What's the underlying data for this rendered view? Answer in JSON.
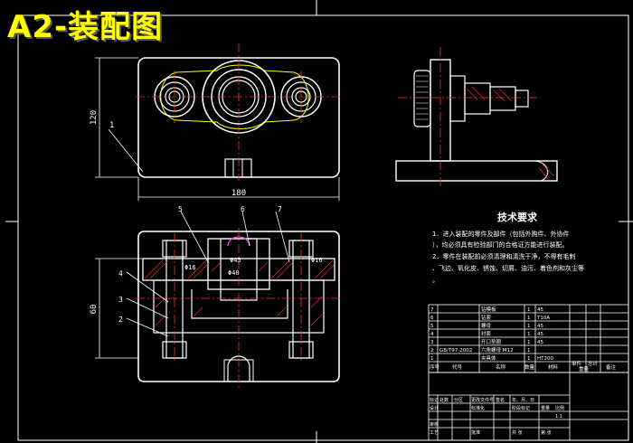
{
  "title": "A2-装配图",
  "colors": {
    "background": "#000000",
    "outline": "#ffffff",
    "title": "#ffff00",
    "center": "#ff3030",
    "hatch": "#ff3030",
    "magenta": "#ff40ff",
    "dim": "#ffffff"
  },
  "dimensions": {
    "width_top": "180",
    "height_top": "120",
    "height_section": "60",
    "dia_1": "Φ16",
    "dia_2": "Φ45",
    "dia_3": "Φ40",
    "dia_4": "Φ16"
  },
  "balloons": [
    "1",
    "2",
    "3",
    "4",
    "5",
    "6",
    "7"
  ],
  "tech": {
    "heading": "技术要求",
    "lines": [
      "1．进入装配的零件及部件（包括外购件、外协件",
      "），均必须具有检验部门的合格证方能进行装配。",
      "2．零件在装配前必须清理和清洗干净，不得有毛刺",
      "、飞边、氧化皮、锈蚀、切屑、油污、着色剂和灰尘等",
      "。"
    ]
  },
  "bom": {
    "rows": [
      {
        "no": "7",
        "code": "",
        "name": "钻模板",
        "qty": "1",
        "mat": "45",
        "note": ""
      },
      {
        "no": "6",
        "code": "",
        "name": "钻套",
        "qty": "1",
        "mat": "T10A",
        "note": ""
      },
      {
        "no": "5",
        "code": "",
        "name": "螺母",
        "qty": "1",
        "mat": "45",
        "note": ""
      },
      {
        "no": "4",
        "code": "",
        "name": "衬套",
        "qty": "1",
        "mat": "45",
        "note": ""
      },
      {
        "no": "3",
        "code": "",
        "name": "开口垫圈",
        "qty": "1",
        "mat": "45",
        "note": ""
      },
      {
        "no": "2",
        "code": "GB/T97-2002",
        "name": "六角螺母 M12",
        "qty": "1",
        "mat": "",
        "note": ""
      },
      {
        "no": "1",
        "code": "",
        "name": "夹具体",
        "qty": "1",
        "mat": "HT200",
        "note": ""
      }
    ],
    "header": {
      "no": "序号",
      "code": "代号",
      "name": "名称",
      "qty": "数量",
      "mat": "材料",
      "single": "单件",
      "total": "总计",
      "weight": "重量",
      "note": "备注"
    },
    "title_block": [
      "标记",
      "处数",
      "分区",
      "更改文件号",
      "签名",
      "年、月、日",
      "设计",
      "标准化",
      "阶段标记",
      "重量",
      "比例",
      "审核",
      "工艺",
      "批准",
      "共 张",
      "第 张"
    ],
    "scale": "1:1"
  }
}
